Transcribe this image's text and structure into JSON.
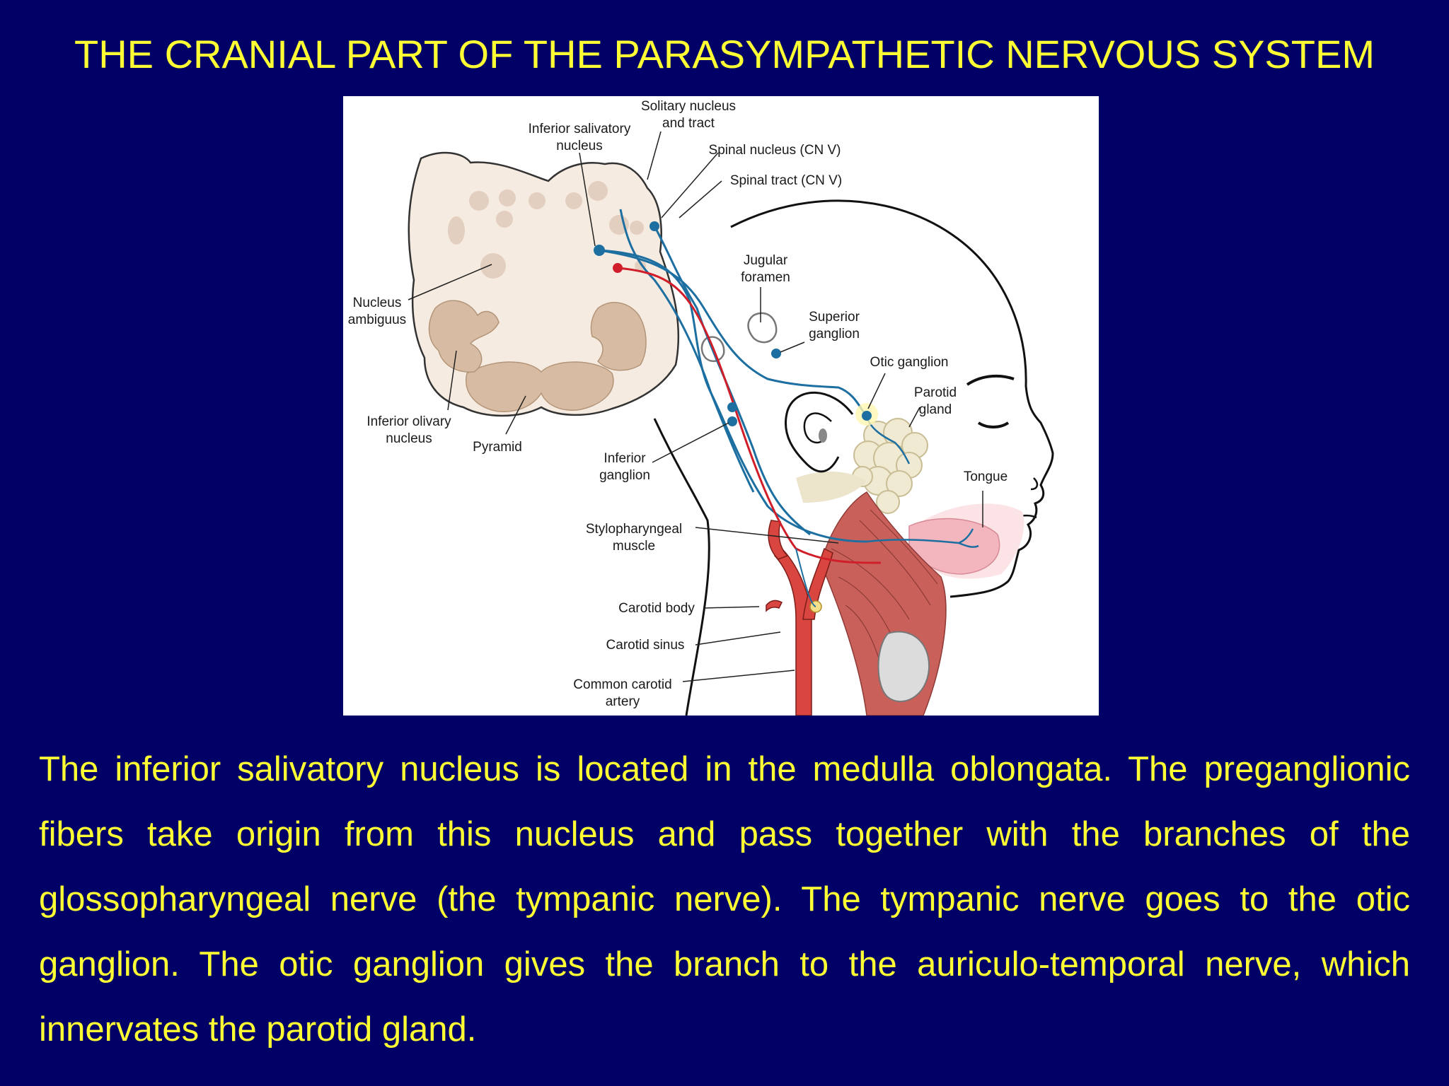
{
  "slide": {
    "title": "THE CRANIAL PART OF THE PARASYMPATHETIC NERVOUS SYSTEM",
    "body": "The inferior salivatory nucleus is located in the medulla oblongata. The preganglionic fibers take origin from this nucleus and pass together with the branches of the glossopharyngeal nerve (the tympanic nerve). The tympanic nerve goes to the otic ganglion. The otic ganglion gives the branch to the auriculo-temporal nerve, which innervates the parotid gland."
  },
  "diagram": {
    "labels": {
      "solitary_1": "Solitary nucleus",
      "solitary_2": "and tract",
      "inf_salivatory_1": "Inferior salivatory",
      "inf_salivatory_2": "nucleus",
      "spinal_nucleus": "Spinal nucleus (CN V)",
      "spinal_tract": "Spinal tract (CN V)",
      "jugular_1": "Jugular",
      "jugular_2": "foramen",
      "nucleus_ambiguus_1": "Nucleus",
      "nucleus_ambiguus_2": "ambiguus",
      "superior_ganglion_1": "Superior",
      "superior_ganglion_2": "ganglion",
      "otic_ganglion": "Otic ganglion",
      "parotid_1": "Parotid",
      "parotid_2": "gland",
      "inf_olivary_1": "Inferior olivary",
      "inf_olivary_2": "nucleus",
      "pyramid": "Pyramid",
      "inferior_ganglion_1": "Inferior",
      "inferior_ganglion_2": "ganglion",
      "tongue": "Tongue",
      "stylopharyngeal_1": "Stylopharyngeal",
      "stylopharyngeal_2": "muscle",
      "carotid_body": "Carotid body",
      "carotid_sinus": "Carotid sinus",
      "common_carotid_1": "Common carotid",
      "common_carotid_2": "artery"
    },
    "colors": {
      "nerve_blue": "#1c6fa0",
      "nerve_red": "#d01f2a",
      "artery": "#d9453f",
      "muscle": "#c9605a",
      "gland": "#f1ead2",
      "medulla": "#f6ebe0",
      "grey_matter": "#d7bba3"
    }
  }
}
